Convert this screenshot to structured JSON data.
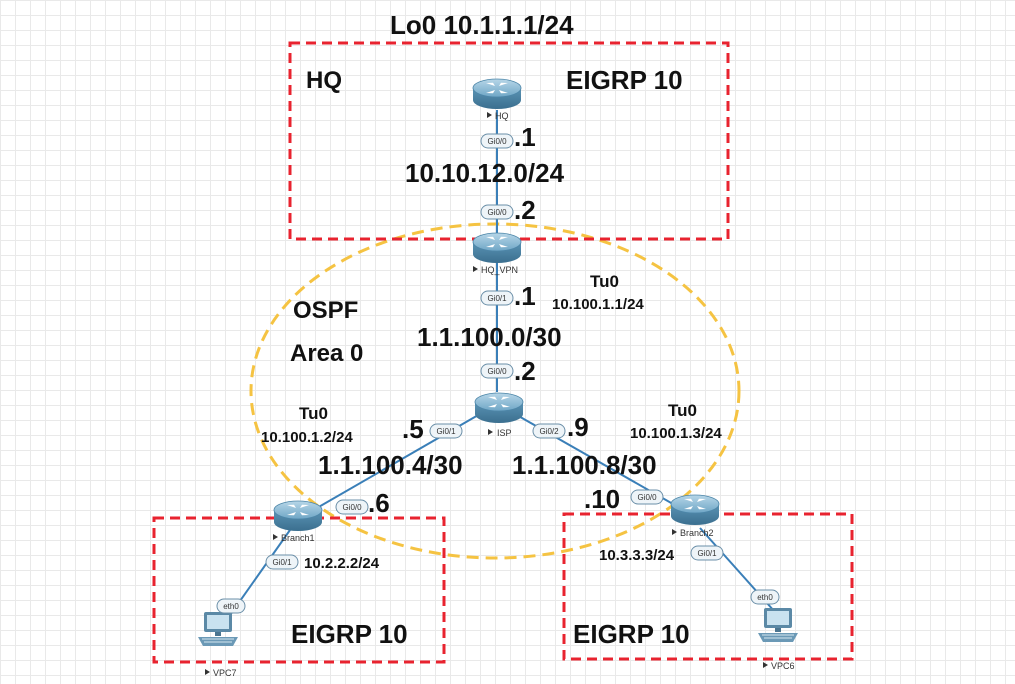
{
  "colors": {
    "eigrp_box": "#e8232f",
    "ospf_area": "#f5c342",
    "link": "#3a7fb8",
    "router_body": "#5a93b4"
  },
  "zones": {
    "hq": {
      "title": "HQ",
      "protocol": "EIGRP 10"
    },
    "branch1": {
      "protocol": "EIGRP 10"
    },
    "branch2": {
      "protocol": "EIGRP 10"
    },
    "ospf": {
      "line1": "OSPF",
      "line2": "Area 0"
    }
  },
  "nodes": {
    "hq": {
      "name": "HQ",
      "icon": "router-icon",
      "loopback": "Lo0 10.1.1.1/24"
    },
    "hq_vpn": {
      "name": "HQ_VPN",
      "icon": "router-icon",
      "tunnel": "Tu0",
      "tunnel_ip": "10.100.1.1/24"
    },
    "isp": {
      "name": "ISP",
      "icon": "router-icon"
    },
    "branch1": {
      "name": "Branch1",
      "icon": "router-icon",
      "tunnel": "Tu0",
      "tunnel_ip": "10.100.1.2/24",
      "lan_ip": "10.2.2.2/24"
    },
    "branch2": {
      "name": "Branch2",
      "icon": "router-icon",
      "tunnel": "Tu0",
      "tunnel_ip": "10.100.1.3/24",
      "lan_ip": "10.3.3.3/24"
    },
    "vpc7": {
      "name": "VPC7",
      "icon": "pc-icon"
    },
    "vpc6": {
      "name": "VPC6",
      "icon": "pc-icon"
    }
  },
  "links": {
    "hq_hqvpn": {
      "subnet": "10.10.12.0/24",
      "a_port": "Gi0/0",
      "a_host": ".1",
      "b_port": "Gi0/0",
      "b_host": ".2"
    },
    "hqvpn_isp": {
      "subnet": "1.1.100.0/30",
      "a_port": "Gi0/1",
      "a_host": ".1",
      "b_port": "Gi0/0",
      "b_host": ".2"
    },
    "isp_branch1": {
      "subnet": "1.1.100.4/30",
      "a_port": "Gi0/1",
      "a_host": ".5",
      "b_port": "Gi0/0",
      "b_host": ".6"
    },
    "isp_branch2": {
      "subnet": "1.1.100.8/30",
      "a_port": "Gi0/2",
      "a_host": ".9",
      "b_port": "Gi0/0",
      "b_host": ".10"
    },
    "branch1_vpc7": {
      "a_port": "Gi0/1",
      "b_port": "eth0"
    },
    "branch2_vpc6": {
      "a_port": "Gi0/1",
      "b_port": "eth0"
    }
  }
}
